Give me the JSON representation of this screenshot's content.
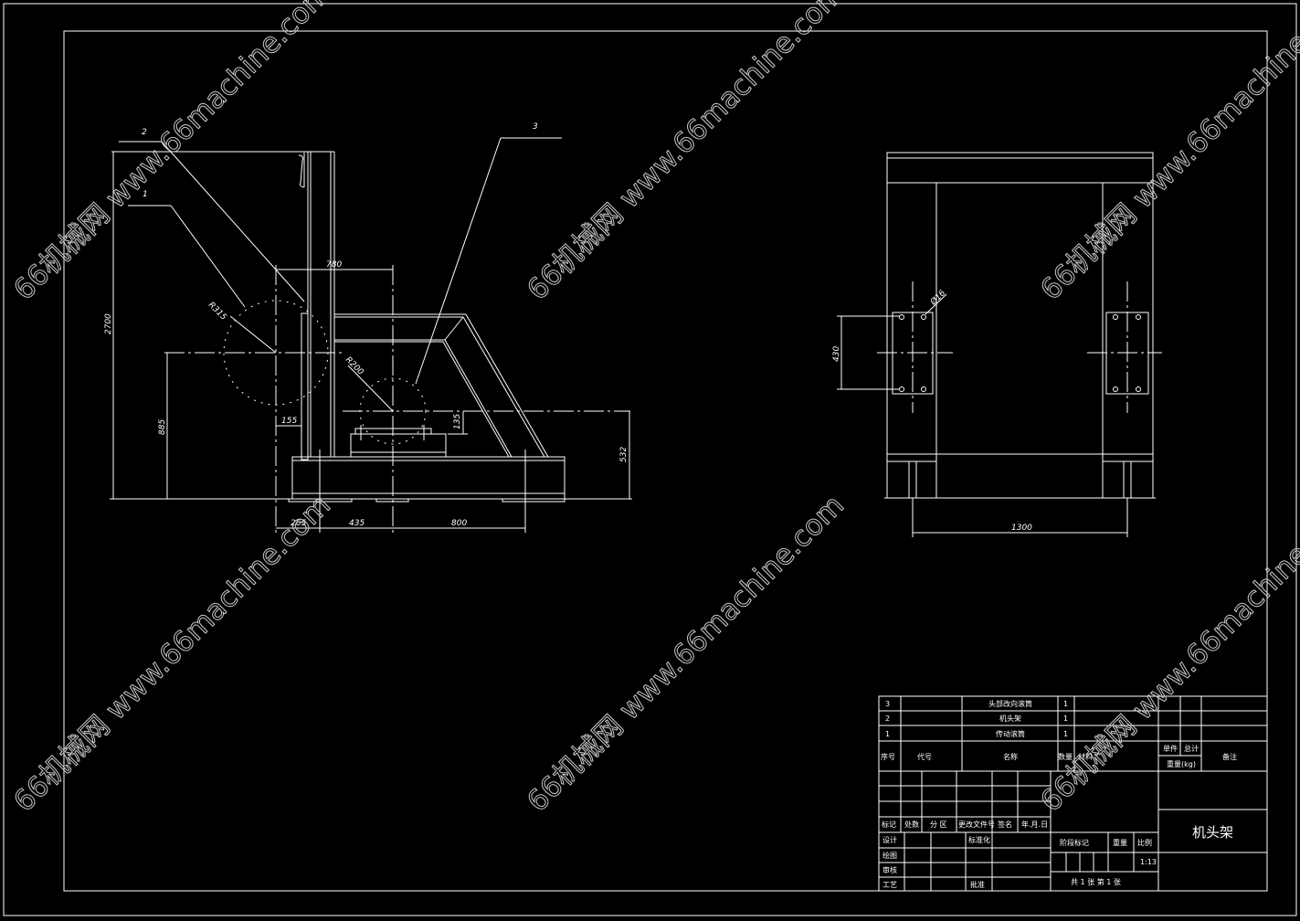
{
  "drawing": {
    "title": "机头架",
    "scale": "1:13",
    "sheet_info": "共 1 张   第 1 张",
    "callouts": [
      "1",
      "2",
      "3"
    ],
    "front_view_dimensions": {
      "height_total": "2700",
      "center_height": "885",
      "offset_780": "780",
      "offset_155": "155",
      "offset_135": "135",
      "height_532": "532",
      "base_265": "265",
      "base_435": "435",
      "base_800": "800",
      "radius_large": "R315",
      "radius_small": "R200"
    },
    "side_view_dimensions": {
      "width": "1300",
      "hole_spacing": "430",
      "hole_dia": "Ø16"
    }
  },
  "parts_list": {
    "rows": [
      {
        "no": "3",
        "name": "头部改向滚筒",
        "qty": "1"
      },
      {
        "no": "2",
        "name": "机头架",
        "qty": "1"
      },
      {
        "no": "1",
        "name": "传动滚筒",
        "qty": "1"
      }
    ],
    "headers": {
      "no": "序号",
      "code": "代号",
      "name": "名称",
      "qty": "数量",
      "material": "材料",
      "unit": "单件",
      "total": "总计",
      "weight": "重量(kg)",
      "remark": "备注"
    }
  },
  "title_block": {
    "rev_headers": [
      "标记",
      "处数",
      "分 区",
      "更改文件号",
      "签名",
      "年.月.日"
    ],
    "roles": [
      "设计",
      "绘图",
      "审核",
      "工艺"
    ],
    "standardize": "标准化",
    "approve": "批准",
    "stage_mark": "阶段标记",
    "weight": "重量",
    "scale_label": "比例"
  },
  "watermark": "66机械网 www.66machine.com"
}
